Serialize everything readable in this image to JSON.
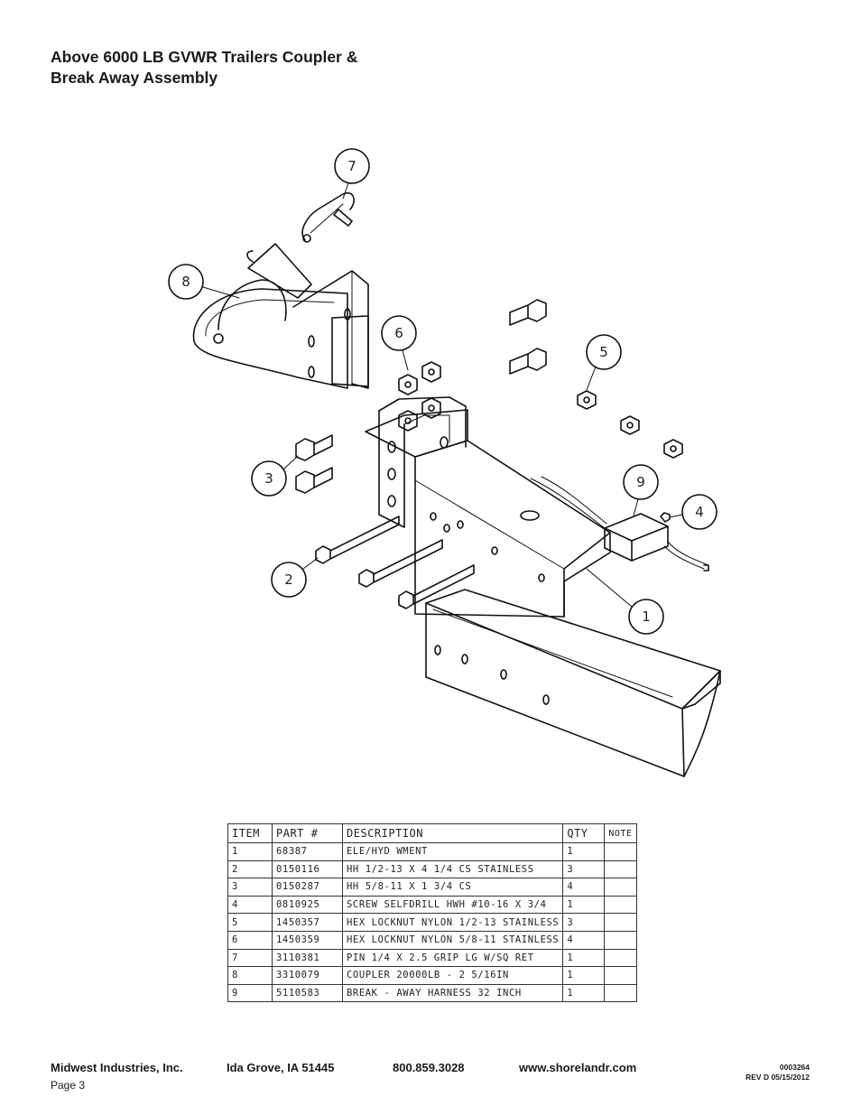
{
  "title": {
    "line1": "Above 6000 LB GVWR Trailers Coupler &",
    "line2": "Break Away Assembly"
  },
  "callouts": [
    {
      "label": "7"
    },
    {
      "label": "8"
    },
    {
      "label": "6"
    },
    {
      "label": "5"
    },
    {
      "label": "3"
    },
    {
      "label": "9"
    },
    {
      "label": "4"
    },
    {
      "label": "2"
    },
    {
      "label": "1"
    }
  ],
  "parts_table": {
    "headers": [
      "ITEM",
      "PART #",
      "DESCRIPTION",
      "QTY",
      "NOTE"
    ],
    "rows": [
      [
        "1",
        "68387",
        "ELE/HYD WMENT",
        "1",
        ""
      ],
      [
        "2",
        "0150116",
        "HH 1/2-13 X 4 1/4 CS STAINLESS",
        "3",
        ""
      ],
      [
        "3",
        "0150287",
        "HH 5/8-11 X 1 3/4 CS",
        "4",
        ""
      ],
      [
        "4",
        "0810925",
        "SCREW SELFDRILL HWH #10-16 X 3/4",
        "1",
        ""
      ],
      [
        "5",
        "1450357",
        "HEX LOCKNUT NYLON 1/2-13 STAINLESS",
        "3",
        ""
      ],
      [
        "6",
        "1450359",
        "HEX LOCKNUT NYLON 5/8-11 STAINLESS",
        "4",
        ""
      ],
      [
        "7",
        "3110381",
        "PIN 1/4 X 2.5 GRIP LG W/SQ RET",
        "1",
        ""
      ],
      [
        "8",
        "3310079",
        "COUPLER 20000LB - 2 5/16IN",
        "1",
        ""
      ],
      [
        "9",
        "5110583",
        "BREAK - AWAY HARNESS 32 INCH",
        "1",
        ""
      ]
    ]
  },
  "footer": {
    "company": "Midwest Industries, Inc.",
    "location": "Ida Grove, IA  51445",
    "phone": "800.859.3028",
    "website": "www.shorelandr.com",
    "page": "Page 3",
    "doc_number": "0003264",
    "revision": "REV D  05/15/2012"
  }
}
